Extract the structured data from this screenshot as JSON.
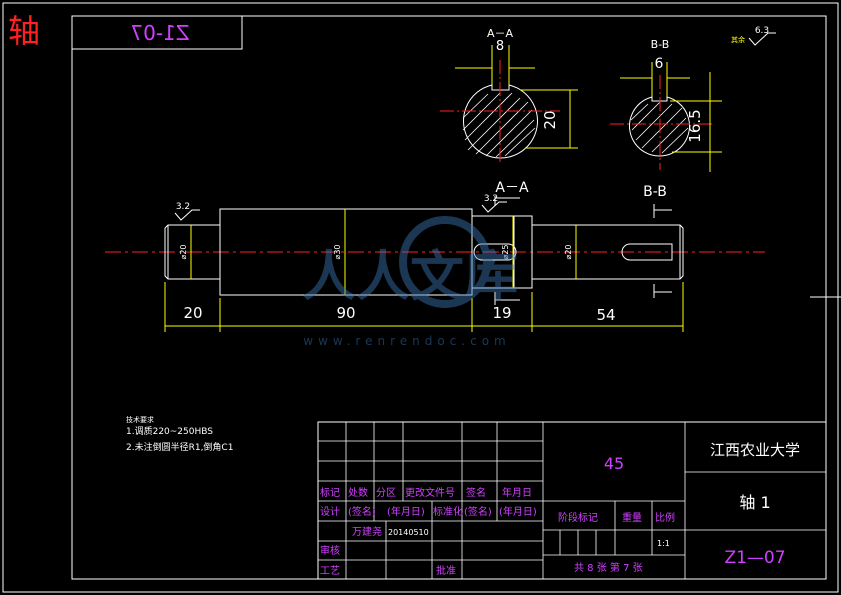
{
  "page_label": "轴",
  "mirrored_code": "Z1-07",
  "section_a": {
    "title": "A－A",
    "width_dim": "8",
    "height_dim": "20"
  },
  "section_b": {
    "title": "B-B",
    "width_dim": "6",
    "height_dim": "16.5"
  },
  "surface_finish": {
    "label": "其余",
    "value": "6.3"
  },
  "shaft": {
    "cut_a_label": "A－A",
    "cut_b_label": "B-B",
    "finish_left": "3.2",
    "finish_mid": "3.2",
    "diameters": [
      "⌀20",
      "⌀30",
      "⌀25",
      "⌀20"
    ],
    "lengths": [
      "20",
      "90",
      "19",
      "54"
    ]
  },
  "watermark": {
    "text": "人人文库",
    "url": "www.renrendoc.com"
  },
  "tech_notes": {
    "heading": "技术要求",
    "line1": "1.调质220~250HBS",
    "line2": "2.未注倒圆半径R1,倒角C1"
  },
  "title_block": {
    "material": "45",
    "school": "江西农业大学",
    "part_name": "轴 1",
    "drawing_no": "Z1—07",
    "row_labels": {
      "biaoji": "标记",
      "chushu": "处数",
      "fenqu": "分区",
      "gengwen": "更改文件号",
      "qianming": "签名",
      "nianyueri": "年月日",
      "sheji": "设计",
      "qianming_p": "(签名)",
      "nianyueri_p": "(年月日)",
      "biaozhunhua": "标准化",
      "qianming_p2": "(签名)",
      "nianyueri_p2": "(年月日)",
      "designer": "万建尧",
      "date": "20140510",
      "shenhe": "审核",
      "gongyi": "工艺",
      "pizhun": "批准",
      "jieduan": "阶段标记",
      "zhongliang": "重量",
      "bili": "比例",
      "scale": "1:1",
      "sheets": "共 8 张  第 7 张"
    }
  }
}
